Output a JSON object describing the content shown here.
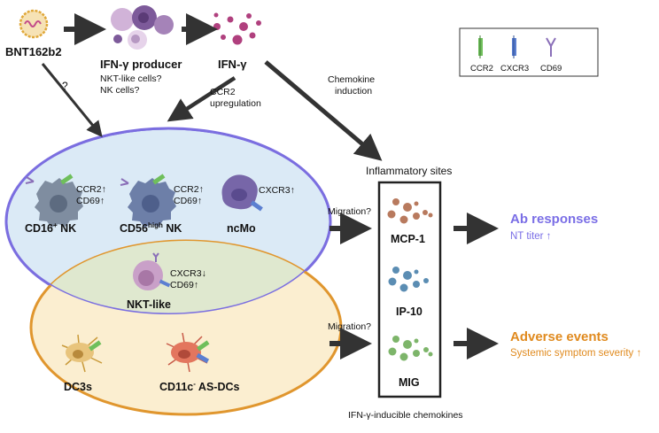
{
  "vaccine": {
    "label": "BNT162b2"
  },
  "producer": {
    "title": "IFN-γ producer",
    "line1": "NKT-like cells?",
    "line2": "NK cells?"
  },
  "ifn": {
    "label": "IFN-γ"
  },
  "arrows": {
    "question": "?",
    "ccr2_up_1": "CCR2",
    "ccr2_up_2": "upregulation",
    "chemokine_1": "Chemokine",
    "chemokine_2": "induction",
    "migration_top": "Migration?",
    "migration_bottom": "Migration?"
  },
  "legend": {
    "ccr2": "CCR2",
    "cxcr3": "CXCR3",
    "cd69": "CD69"
  },
  "cells": {
    "cd16": {
      "name": "CD16",
      "sup": "+",
      "name_rest": " NK",
      "m1": "CCR2↑",
      "m2": "CD69↑"
    },
    "cd56": {
      "name": "CD56",
      "sup": "high",
      "name_rest": " NK",
      "m1": "CCR2↑",
      "m2": "CD69↑"
    },
    "ncmo": {
      "name": "ncMo",
      "m1": "CXCR3↑"
    },
    "nkt": {
      "name": "NKT-like",
      "m1": "CXCR3↓",
      "m2": "CD69↑"
    },
    "dc3": {
      "name": "DC3s"
    },
    "asdc": {
      "name": "CD11c",
      "sup": "-",
      "name_rest": " AS-DCs"
    }
  },
  "sites": {
    "title": "Inflammatory sites",
    "mcp1": "MCP-1",
    "ip10": "IP-10",
    "mig": "MIG",
    "footer": "IFN-γ-inducible chemokines"
  },
  "outcomes": {
    "ab_title": "Ab responses",
    "ab_sub": "NT titer ↑",
    "ae_title": "Adverse events",
    "ae_sub": "Systemic symptom severity ↑"
  },
  "colors": {
    "blue_ellipse": "#7b6ee0",
    "blue_fill": "#dbeaf6",
    "orange_ellipse": "#e0962e",
    "orange_fill": "#fbeed0",
    "ab": "#7a6ee6",
    "ae": "#e08a1e",
    "ccr2": "#6fbf5b",
    "cxcr3": "#5b7fd1",
    "cd69": "#8a6fb8",
    "mcp1": "#b87a5e",
    "ip10": "#5b8db3",
    "mig": "#7db56a"
  }
}
